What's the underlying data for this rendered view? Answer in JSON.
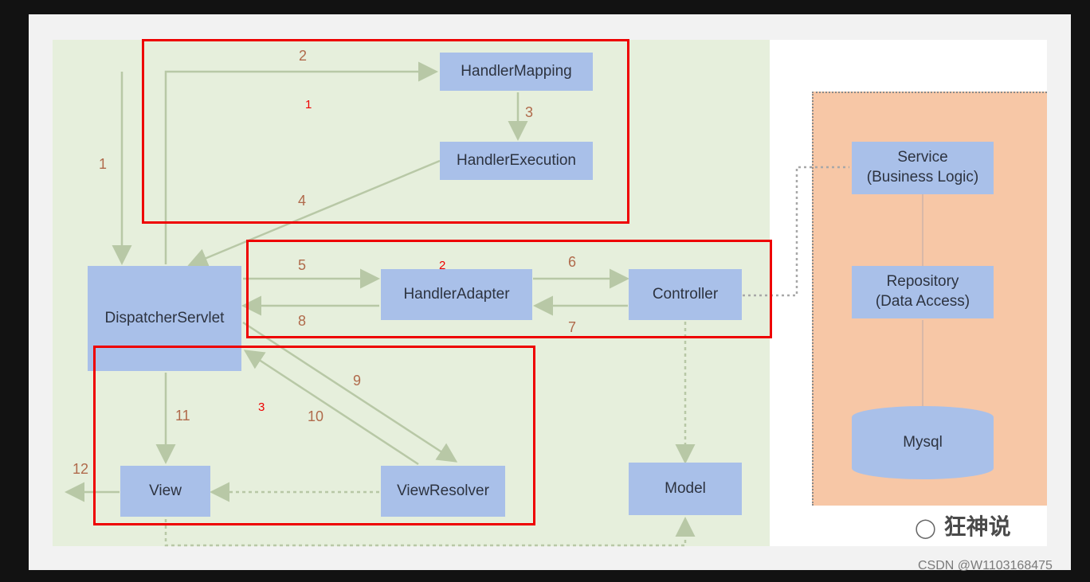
{
  "boxes": {
    "handler_mapping": "HandlerMapping",
    "handler_execution": "HandlerExecution",
    "dispatcher_servlet": "DispatcherServlet",
    "handler_adapter": "HandlerAdapter",
    "controller": "Controller",
    "view": "View",
    "view_resolver": "ViewResolver",
    "model": "Model",
    "service_line1": "Service",
    "service_line2": "(Business Logic)",
    "repository_line1": "Repository",
    "repository_line2": "(Data Access)",
    "mysql": "Mysql"
  },
  "steps": [
    "1",
    "2",
    "3",
    "4",
    "5",
    "6",
    "7",
    "8",
    "9",
    "10",
    "11",
    "12"
  ],
  "regions": [
    "1",
    "2",
    "3"
  ],
  "watermark": "狂神说",
  "csdn_credit": "CSDN @W1103168475",
  "colors": {
    "box_fill": "#a9c0e9",
    "panel_fill": "#e6efdc",
    "orange_fill": "#f7c7a6",
    "highlight": "#ee0000",
    "step_number": "#b06a4b"
  }
}
